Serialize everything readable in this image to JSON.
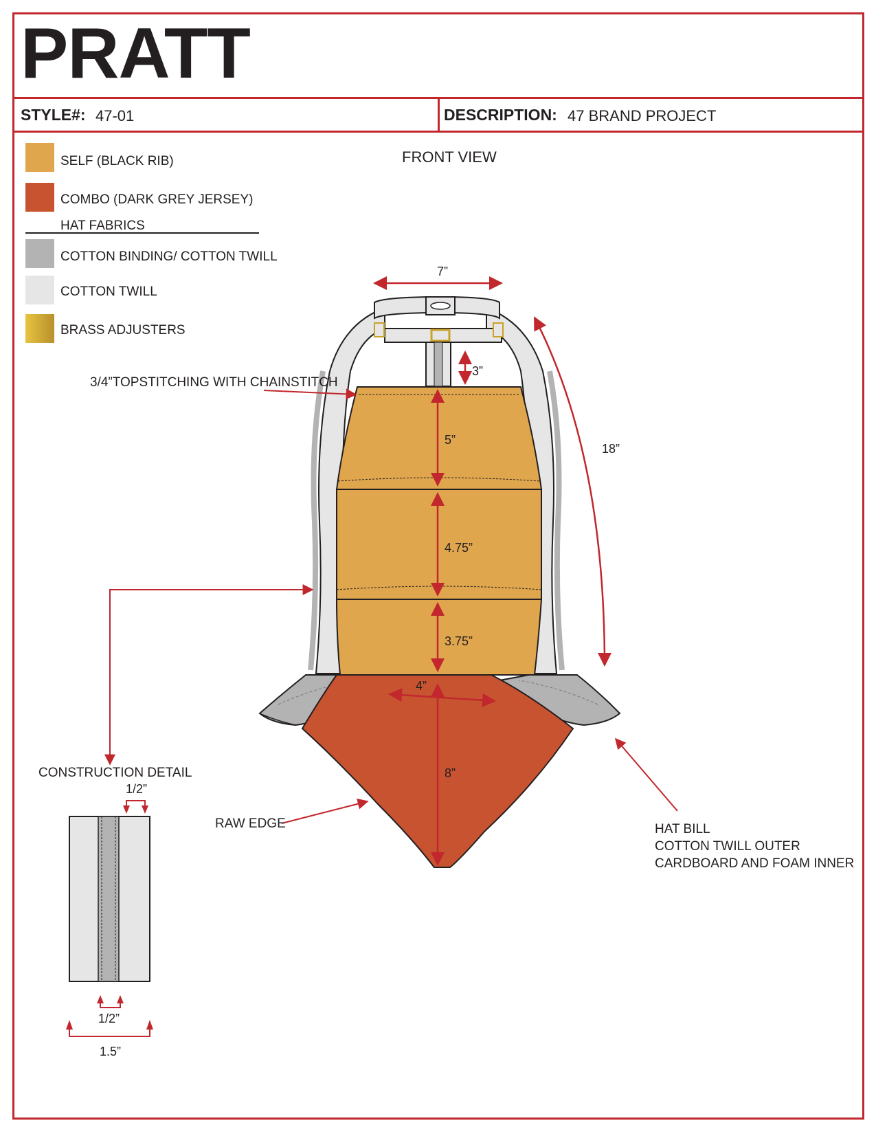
{
  "brand": "PRATT",
  "header": {
    "style_label": "STYLE#:",
    "style_value": "47-01",
    "description_label": "DESCRIPTION:",
    "description_value": "47 BRAND PROJECT"
  },
  "view_title": "FRONT VIEW",
  "legend": {
    "items": [
      {
        "label": "SELF (BLACK RIB)",
        "color": "#e0a64e"
      },
      {
        "label": "COMBO (DARK GREY JERSEY)",
        "color": "#c85330"
      }
    ],
    "hat_heading": "HAT FABRICS",
    "hat_items": [
      {
        "label": "COTTON BINDING/ COTTON TWILL",
        "color": "#b3b3b3"
      },
      {
        "label": "COTTON TWILL",
        "color": "#e6e6e6"
      },
      {
        "label": "BRASS ADJUSTERS",
        "color": "#c9a227"
      }
    ]
  },
  "callouts": {
    "topstitching": "3/4”TOPSTITCHING WITH CHAINSTITCH",
    "construction_detail": "CONSTRUCTION DETAIL",
    "raw_edge": "RAW EDGE",
    "hat_bill_1": "HAT BILL",
    "hat_bill_2": "COTTON TWILL OUTER",
    "hat_bill_3": "CARDBOARD AND FOAM INNER"
  },
  "dimensions": {
    "neck_width": "7”",
    "strap_length": "18”",
    "center_strap": "3”",
    "panel_top": "5”",
    "panel_middle": "4.75”",
    "panel_bottom": "3.75”",
    "combo_width": "4”",
    "combo_length": "8”",
    "detail_top": "1/2”",
    "detail_bottom": "1/2”",
    "detail_width": "1.5”"
  },
  "colors": {
    "accent": "#c1272d",
    "self": "#e0a64e",
    "combo": "#c85330",
    "binding": "#b3b3b3",
    "twill": "#e6e6e6",
    "brass": "#c9a227"
  }
}
